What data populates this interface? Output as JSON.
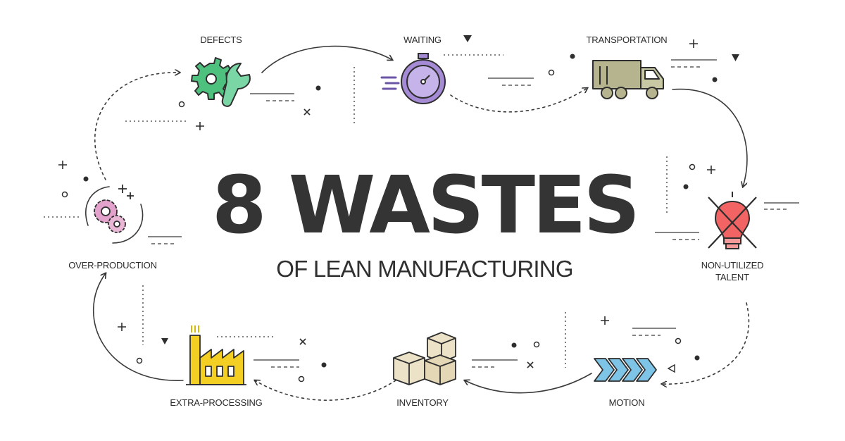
{
  "title": {
    "main": "8 WASTES",
    "sub": "OF LEAN MANUFACTURING"
  },
  "wastes": [
    {
      "label": "DEFECTS",
      "icon": "gears-wrench-icon",
      "color": "#55c98a"
    },
    {
      "label": "WAITING",
      "icon": "stopwatch-icon",
      "color": "#a58bd6"
    },
    {
      "label": "TRANSPORTATION",
      "icon": "truck-icon",
      "color": "#b5b48e"
    },
    {
      "label": "NON-UTILIZED\nTALENT",
      "icon": "crossed-lightbulb-icon",
      "color": "#f26464"
    },
    {
      "label": "MOTION",
      "icon": "chevron-arrows-icon",
      "color": "#7ec4e6"
    },
    {
      "label": "INVENTORY",
      "icon": "boxes-icon",
      "color": "#ece2c8"
    },
    {
      "label": "EXTRA-PROCESSING",
      "icon": "factory-icon",
      "color": "#f2cf22"
    },
    {
      "label": "OVER-PRODUCTION",
      "icon": "multiplying-gears-icon",
      "color": "#e3a2cc"
    }
  ]
}
